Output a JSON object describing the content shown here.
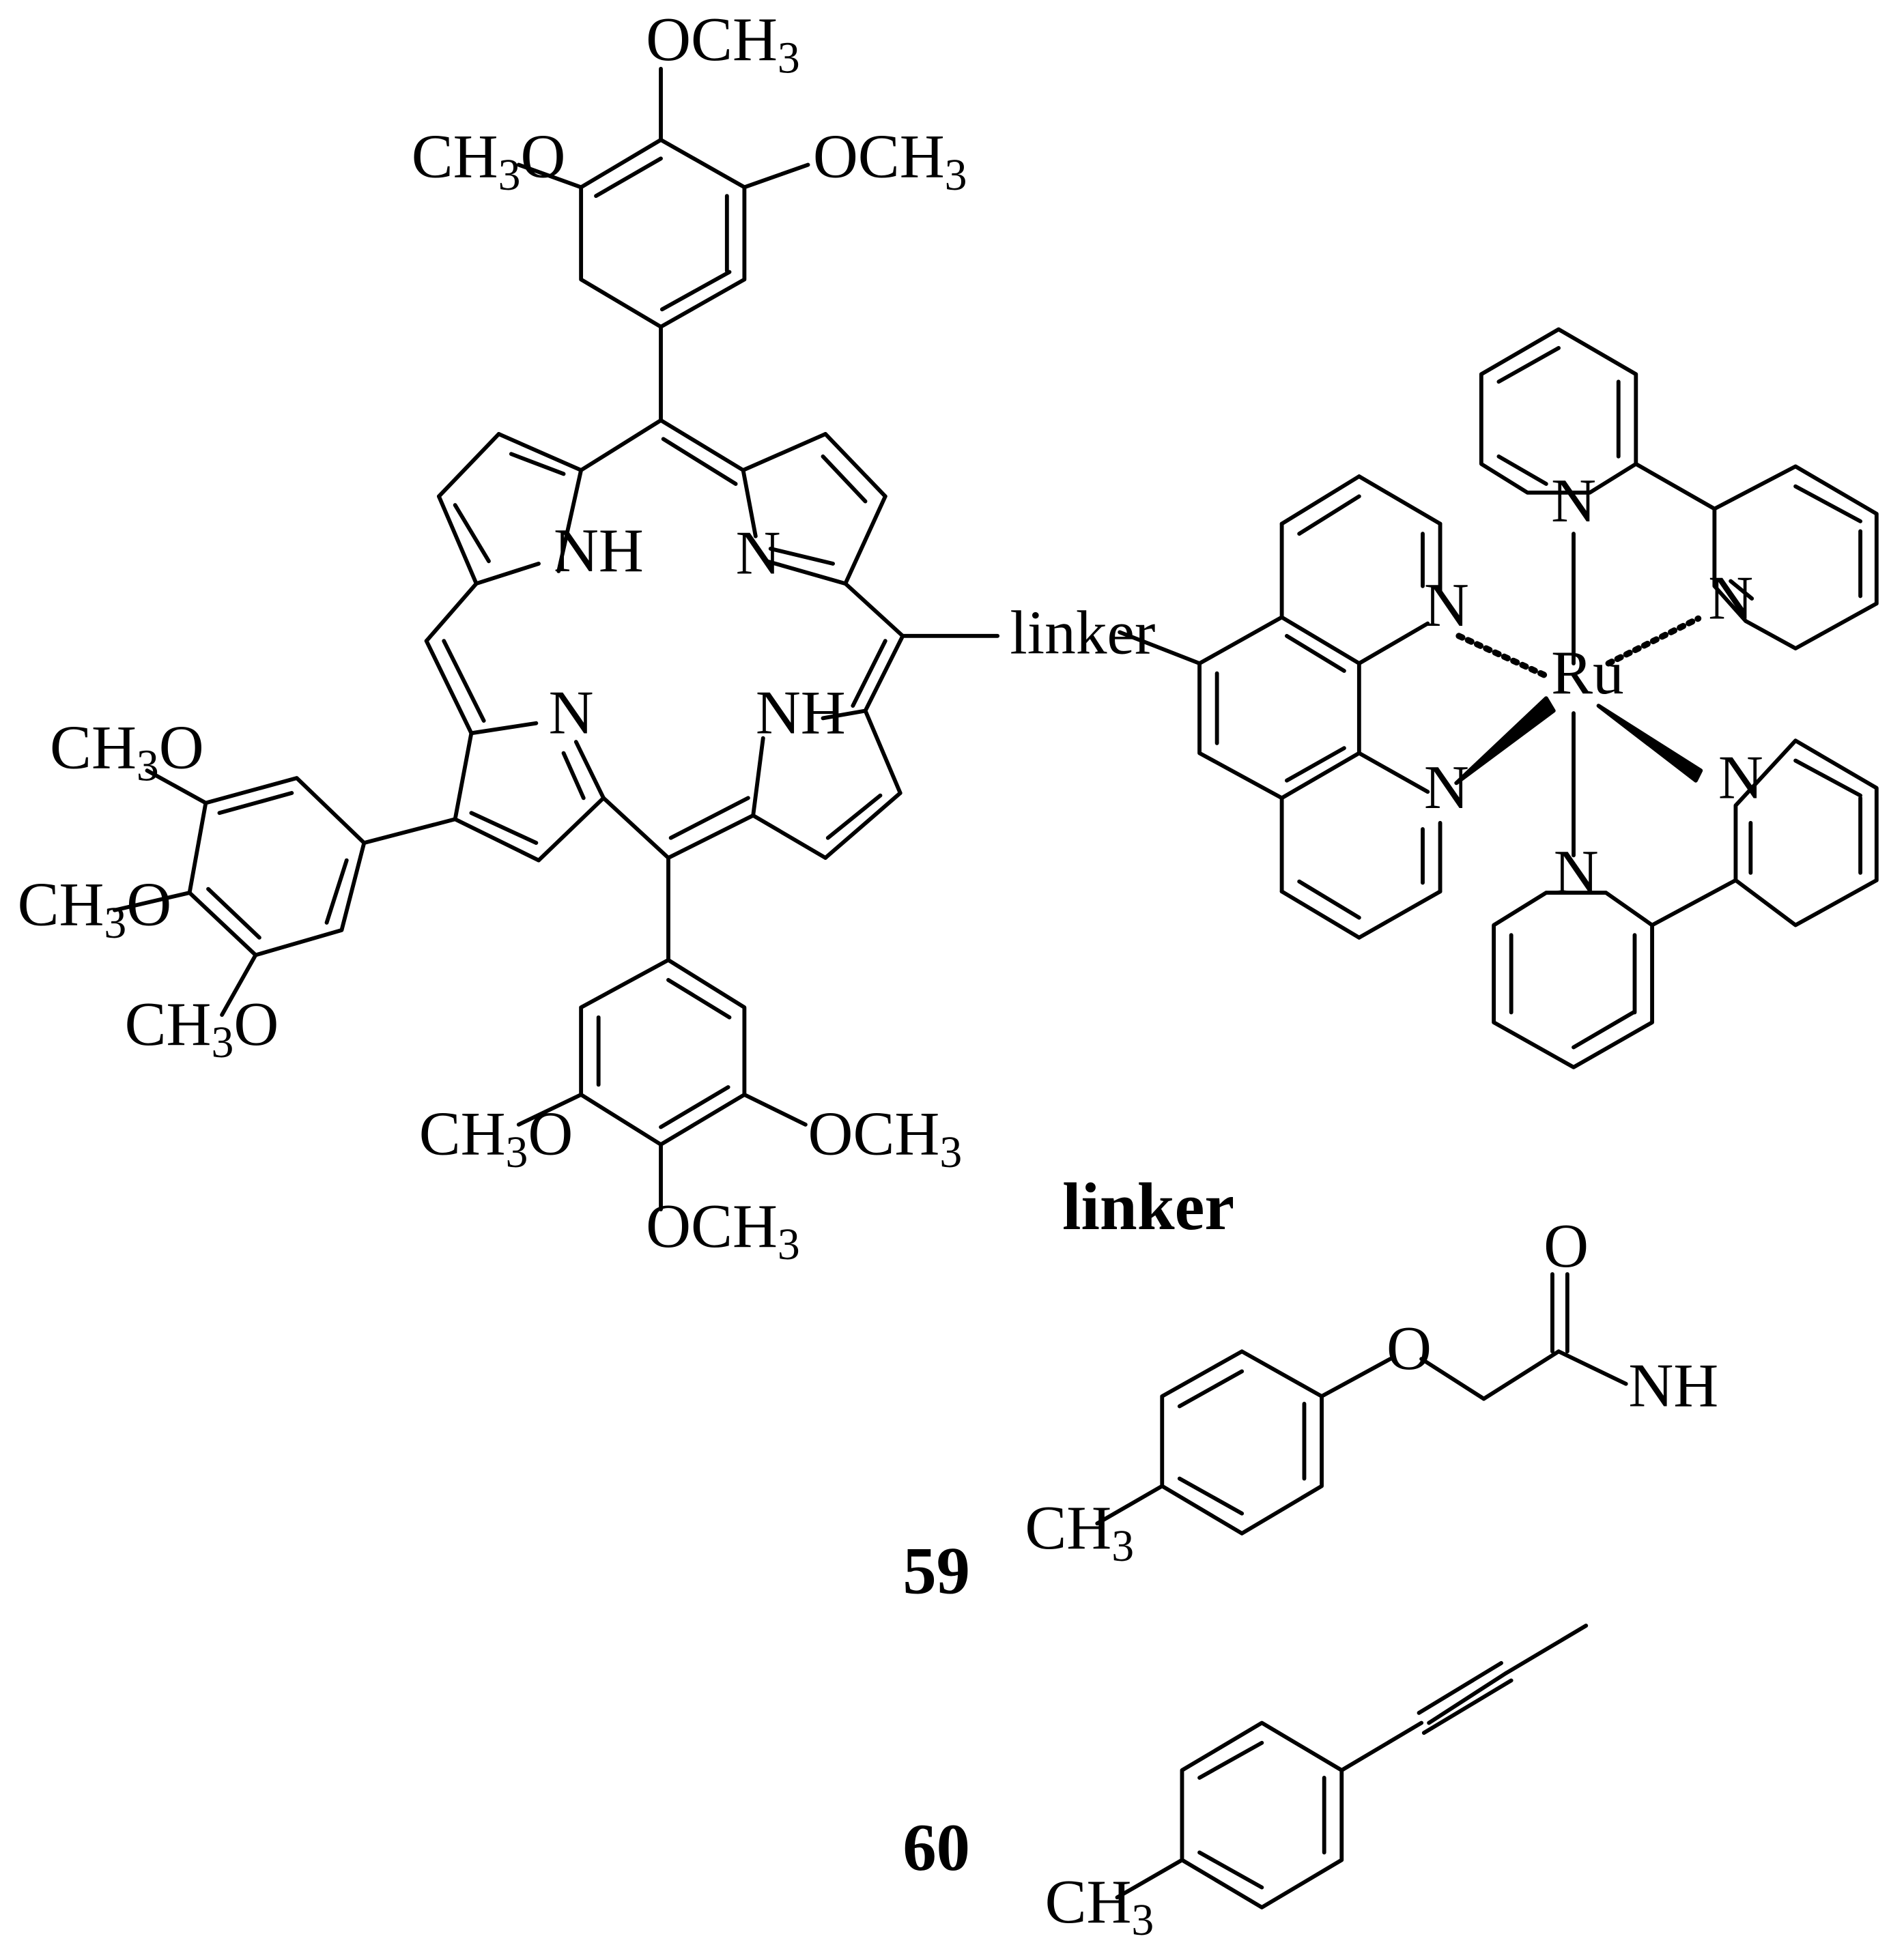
{
  "labels": {
    "och3": "OCH",
    "ch3o": "CH",
    "o_after": "O",
    "sub3": "3",
    "nh": "NH",
    "n": "N",
    "o": "O",
    "ru": "Ru",
    "linker_inline": "linker",
    "ch": "CH"
  },
  "captions": {
    "linker": "linker",
    "c59": "59",
    "c60": "60"
  }
}
